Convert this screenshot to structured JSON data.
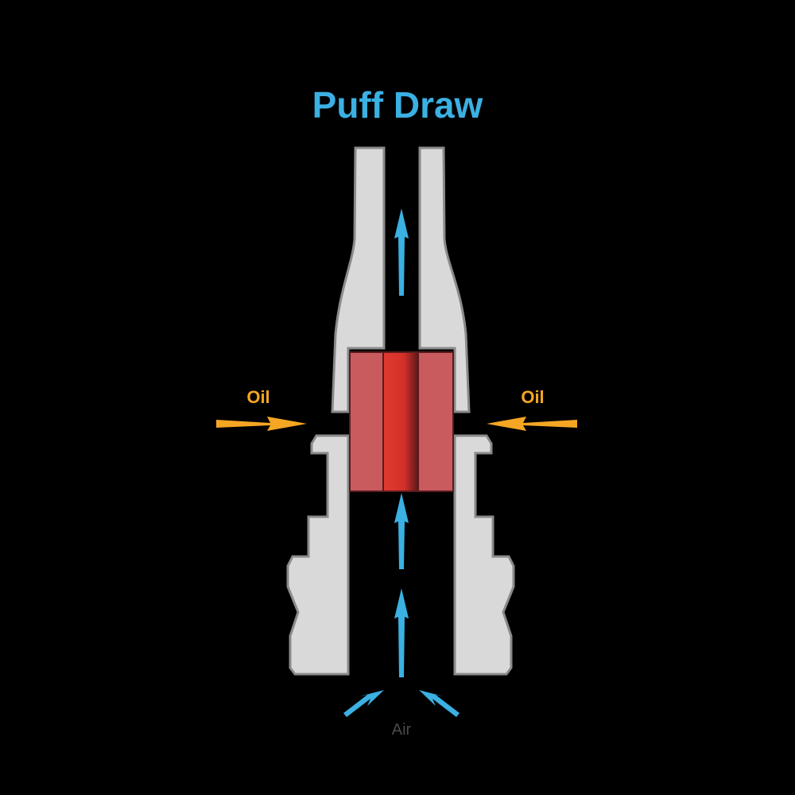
{
  "title": "Puff Draw",
  "labels": {
    "oil_left": "Oil",
    "oil_right": "Oil",
    "air": "Air"
  },
  "colors": {
    "background": "#000000",
    "title": "#3BB0E2",
    "airflow_arrows": "#3BB0E2",
    "oil": "#F5A623",
    "air_label": "#4A4A4A",
    "housing": "#D9D9D9",
    "housing_outline": "#8A8A8A",
    "cotton_wick": "#C95B5E",
    "heating_coil": "#D9312B"
  },
  "icons": [
    "up-arrow-icon",
    "oil-arrow-icon",
    "air-intake-arrow-icon"
  ]
}
